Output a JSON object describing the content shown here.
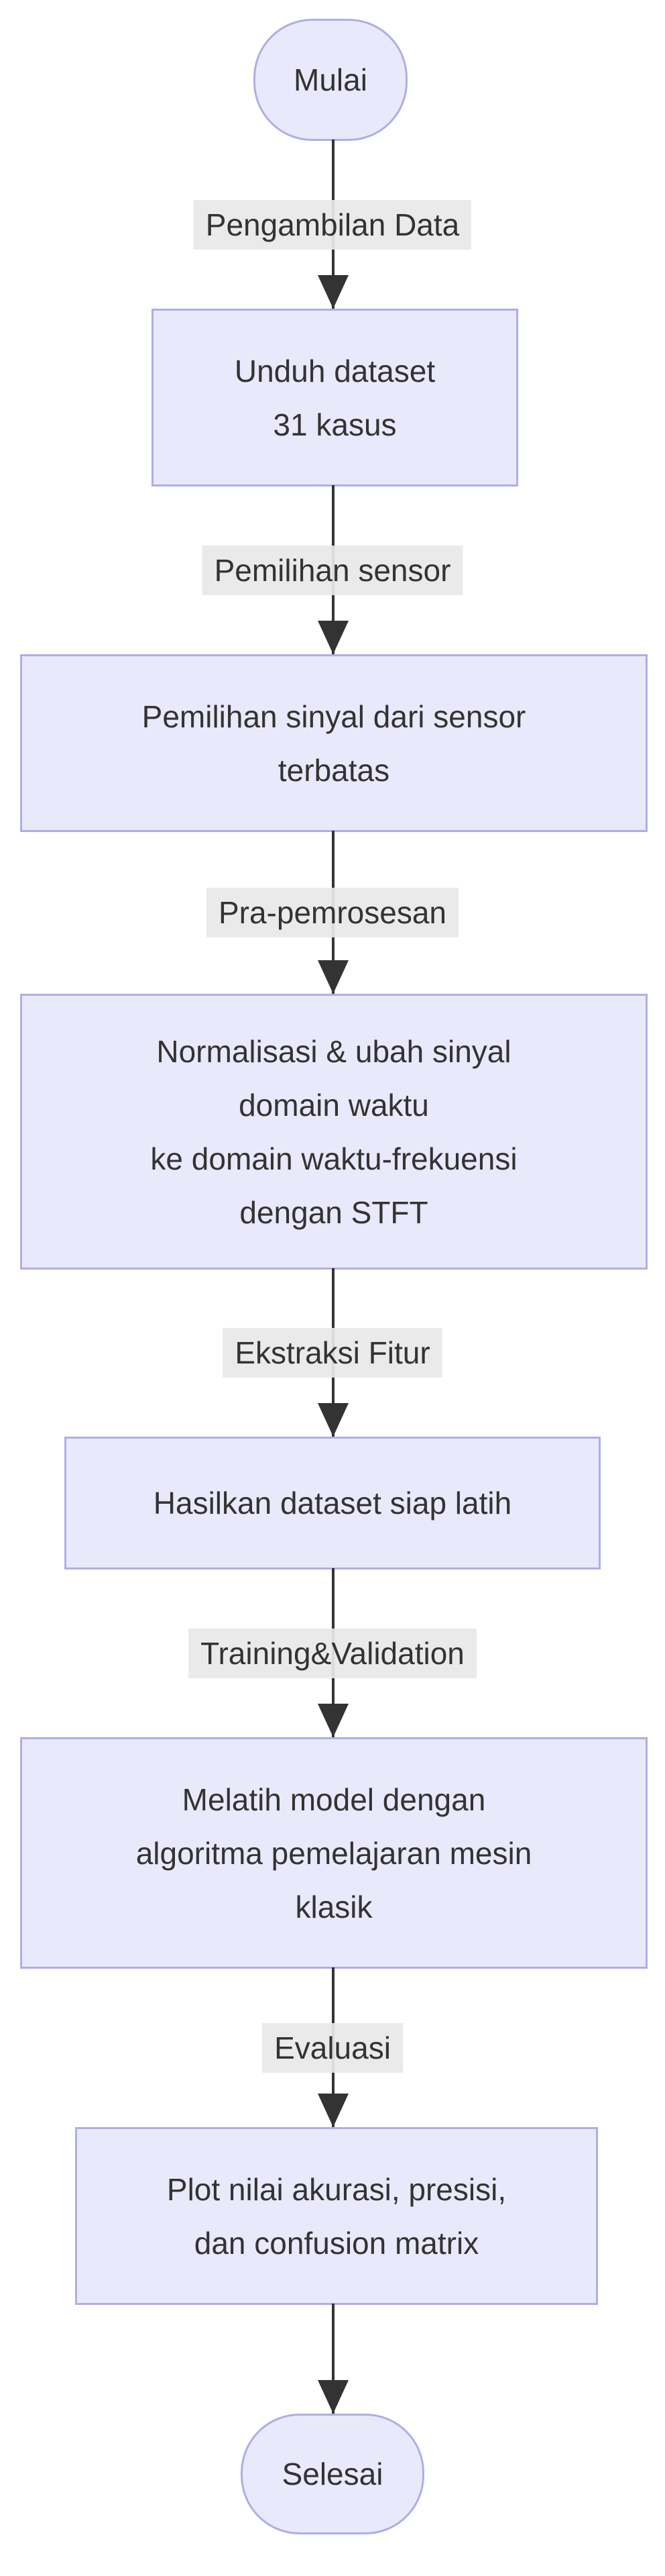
{
  "diagram": {
    "type": "flowchart-top-down",
    "colors": {
      "node_fill": "#E9E9FB",
      "node_border": "#AEAEE8",
      "edge_label_background": "#E8E8E8",
      "edge_line": "#333333",
      "text": "#333333",
      "page_background": "#FFFFFF"
    },
    "nodes": {
      "start": {
        "shape": "stadium",
        "label": "Mulai"
      },
      "p1": {
        "shape": "process",
        "label": [
          "Unduh dataset",
          "31 kasus"
        ]
      },
      "p2": {
        "shape": "process",
        "label": [
          "Pemilihan sinyal dari sensor",
          "terbatas"
        ]
      },
      "p3": {
        "shape": "process",
        "label": [
          "Normalisasi & ubah sinyal",
          "domain waktu",
          "ke domain waktu-frekuensi",
          "dengan STFT"
        ]
      },
      "p4": {
        "shape": "process",
        "label": [
          "Hasilkan dataset siap latih"
        ]
      },
      "p5": {
        "shape": "process",
        "label": [
          "Melatih model dengan",
          "algoritma pemelajaran mesin",
          "klasik"
        ]
      },
      "p6": {
        "shape": "process",
        "label": [
          "Plot nilai akurasi, presisi,",
          "dan confusion matrix"
        ]
      },
      "end": {
        "shape": "stadium",
        "label": "Selesai"
      }
    },
    "edges": [
      {
        "from": "start",
        "to": "p1",
        "label": "Pengambilan Data"
      },
      {
        "from": "p1",
        "to": "p2",
        "label": "Pemilihan sensor"
      },
      {
        "from": "p2",
        "to": "p3",
        "label": "Pra-pemrosesan"
      },
      {
        "from": "p3",
        "to": "p4",
        "label": "Ekstraksi Fitur"
      },
      {
        "from": "p4",
        "to": "p5",
        "label": "Training&Validation"
      },
      {
        "from": "p5",
        "to": "p6",
        "label": "Evaluasi"
      },
      {
        "from": "p6",
        "to": "end",
        "label": ""
      }
    ]
  }
}
